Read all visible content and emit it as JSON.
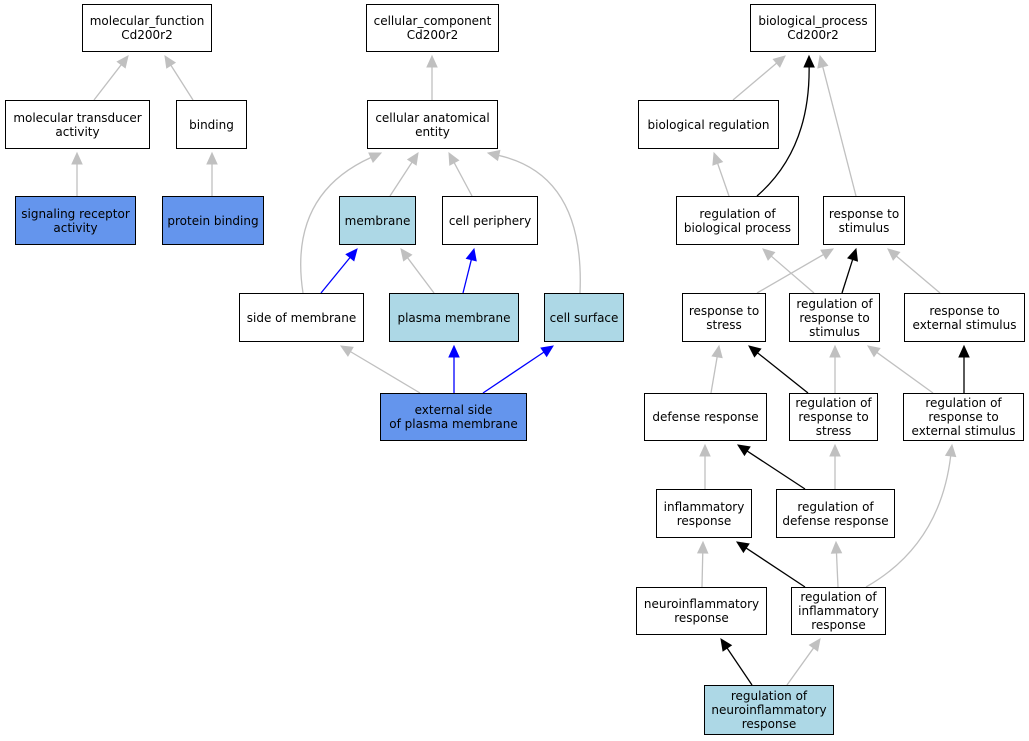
{
  "colors": {
    "gray_edge": "#c0c0c0",
    "black_edge": "#000000",
    "blue_edge": "#0000ff",
    "light_blue_fill": "#add8e6",
    "blue_fill": "#6495ed"
  },
  "nodes": [
    {
      "id": "mf",
      "label": "molecular_function\nCd200r2",
      "fill": "white"
    },
    {
      "id": "mta",
      "label": "molecular transducer\nactivity",
      "fill": "white"
    },
    {
      "id": "bind",
      "label": "binding",
      "fill": "white"
    },
    {
      "id": "sra",
      "label": "signaling receptor\nactivity",
      "fill": "blue"
    },
    {
      "id": "pb",
      "label": "protein binding",
      "fill": "blue"
    },
    {
      "id": "cc",
      "label": "cellular_component\nCd200r2",
      "fill": "white"
    },
    {
      "id": "cae",
      "label": "cellular anatomical\nentity",
      "fill": "white"
    },
    {
      "id": "mem",
      "label": "membrane",
      "fill": "lightblue"
    },
    {
      "id": "cp",
      "label": "cell periphery",
      "fill": "white"
    },
    {
      "id": "som",
      "label": "side of membrane",
      "fill": "white"
    },
    {
      "id": "pm",
      "label": "plasma membrane",
      "fill": "lightblue"
    },
    {
      "id": "cs",
      "label": "cell surface",
      "fill": "lightblue"
    },
    {
      "id": "espm",
      "label": "external side\nof plasma membrane",
      "fill": "blue"
    },
    {
      "id": "bp",
      "label": "biological_process\nCd200r2",
      "fill": "white"
    },
    {
      "id": "breg",
      "label": "biological regulation",
      "fill": "white"
    },
    {
      "id": "rbp",
      "label": "regulation of\nbiological process",
      "fill": "white"
    },
    {
      "id": "rts",
      "label": "response to\nstimulus",
      "fill": "white"
    },
    {
      "id": "rtstress",
      "label": "response to\nstress",
      "fill": "white"
    },
    {
      "id": "rrts",
      "label": "regulation of\nresponse to\nstimulus",
      "fill": "white"
    },
    {
      "id": "rtes",
      "label": "response to\nexternal stimulus",
      "fill": "white"
    },
    {
      "id": "dr",
      "label": "defense response",
      "fill": "white"
    },
    {
      "id": "rrtstress",
      "label": "regulation of\nresponse to\nstress",
      "fill": "white"
    },
    {
      "id": "rrtes",
      "label": "regulation of\nresponse to\nexternal stimulus",
      "fill": "white"
    },
    {
      "id": "ir",
      "label": "inflammatory\nresponse",
      "fill": "white"
    },
    {
      "id": "rdr",
      "label": "regulation of\ndefense response",
      "fill": "white"
    },
    {
      "id": "nir",
      "label": "neuroinflammatory\nresponse",
      "fill": "white"
    },
    {
      "id": "rir",
      "label": "regulation of\ninflammatory\nresponse",
      "fill": "white"
    },
    {
      "id": "rnir",
      "label": "regulation of\nneuroinflammatory\nresponse",
      "fill": "lightblue"
    }
  ],
  "edges": [
    {
      "from": "mta",
      "to": "mf",
      "color": "gray"
    },
    {
      "from": "bind",
      "to": "mf",
      "color": "gray"
    },
    {
      "from": "sra",
      "to": "mta",
      "color": "gray"
    },
    {
      "from": "pb",
      "to": "bind",
      "color": "gray"
    },
    {
      "from": "cae",
      "to": "cc",
      "color": "gray"
    },
    {
      "from": "mem",
      "to": "cae",
      "color": "gray"
    },
    {
      "from": "cp",
      "to": "cae",
      "color": "gray"
    },
    {
      "from": "som",
      "to": "cae",
      "color": "gray"
    },
    {
      "from": "cs",
      "to": "cae",
      "color": "gray"
    },
    {
      "from": "som",
      "to": "mem",
      "color": "blue"
    },
    {
      "from": "pm",
      "to": "mem",
      "color": "gray"
    },
    {
      "from": "pm",
      "to": "cp",
      "color": "blue"
    },
    {
      "from": "espm",
      "to": "som",
      "color": "gray"
    },
    {
      "from": "espm",
      "to": "pm",
      "color": "blue"
    },
    {
      "from": "espm",
      "to": "cs",
      "color": "blue"
    },
    {
      "from": "breg",
      "to": "bp",
      "color": "gray"
    },
    {
      "from": "rbp",
      "to": "bp",
      "color": "black"
    },
    {
      "from": "rts",
      "to": "bp",
      "color": "gray"
    },
    {
      "from": "rbp",
      "to": "breg",
      "color": "gray"
    },
    {
      "from": "rrts",
      "to": "rbp",
      "color": "gray"
    },
    {
      "from": "rtstress",
      "to": "rts",
      "color": "gray"
    },
    {
      "from": "rrts",
      "to": "rts",
      "color": "black"
    },
    {
      "from": "rtes",
      "to": "rts",
      "color": "gray"
    },
    {
      "from": "dr",
      "to": "rtstress",
      "color": "gray"
    },
    {
      "from": "rrtstress",
      "to": "rtstress",
      "color": "black"
    },
    {
      "from": "rrtstress",
      "to": "rrts",
      "color": "gray"
    },
    {
      "from": "rrtes",
      "to": "rrts",
      "color": "gray"
    },
    {
      "from": "rrtes",
      "to": "rtes",
      "color": "black"
    },
    {
      "from": "ir",
      "to": "dr",
      "color": "gray"
    },
    {
      "from": "rdr",
      "to": "dr",
      "color": "black"
    },
    {
      "from": "rdr",
      "to": "rrtstress",
      "color": "gray"
    },
    {
      "from": "rir",
      "to": "rrtes",
      "color": "gray"
    },
    {
      "from": "nir",
      "to": "ir",
      "color": "gray"
    },
    {
      "from": "rir",
      "to": "ir",
      "color": "black"
    },
    {
      "from": "rir",
      "to": "rdr",
      "color": "gray"
    },
    {
      "from": "rnir",
      "to": "nir",
      "color": "black"
    },
    {
      "from": "rnir",
      "to": "rir",
      "color": "gray"
    }
  ]
}
